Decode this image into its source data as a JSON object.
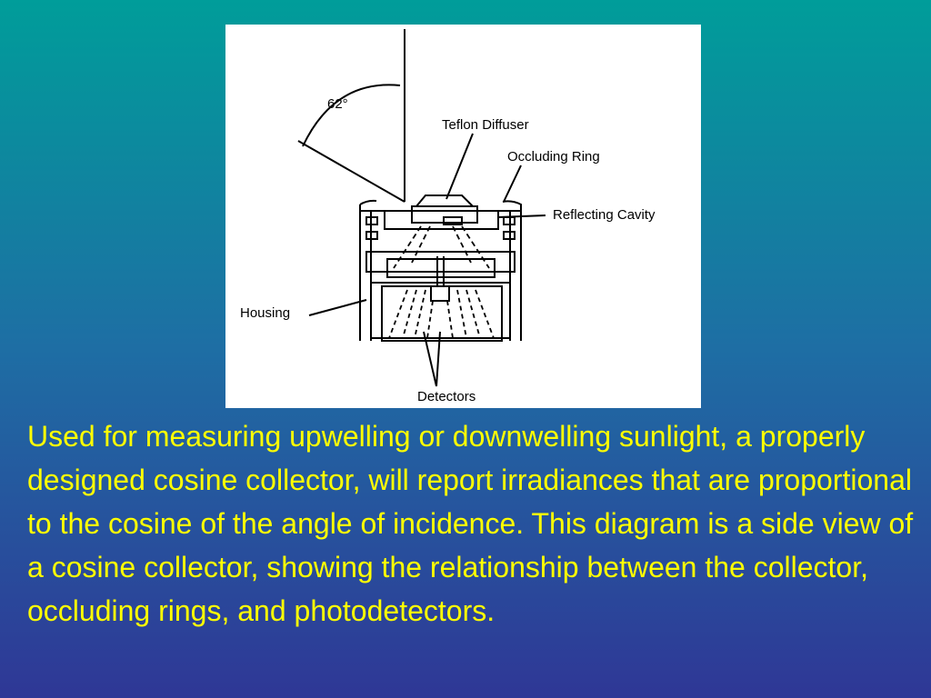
{
  "diagram": {
    "labels": {
      "angle": "62°",
      "teflon_diffuser": "Teflon Diffuser",
      "occluding_ring": "Occluding Ring",
      "reflecting_cavity": "Reflecting Cavity",
      "housing": "Housing",
      "detectors": "Detectors"
    }
  },
  "caption": {
    "text": "Used for measuring upwelling or downwelling sunlight, a properly designed cosine collector, will report irradiances that are proportional to the cosine of the angle of incidence.  This diagram is a side view of a cosine collector, showing the relationship between the collector, occluding rings, and photodetectors."
  },
  "colors": {
    "caption_text": "#ffff00",
    "background_top": "#009d9a",
    "background_bottom": "#2f3796",
    "figure_bg": "#ffffff",
    "ink": "#000000"
  }
}
